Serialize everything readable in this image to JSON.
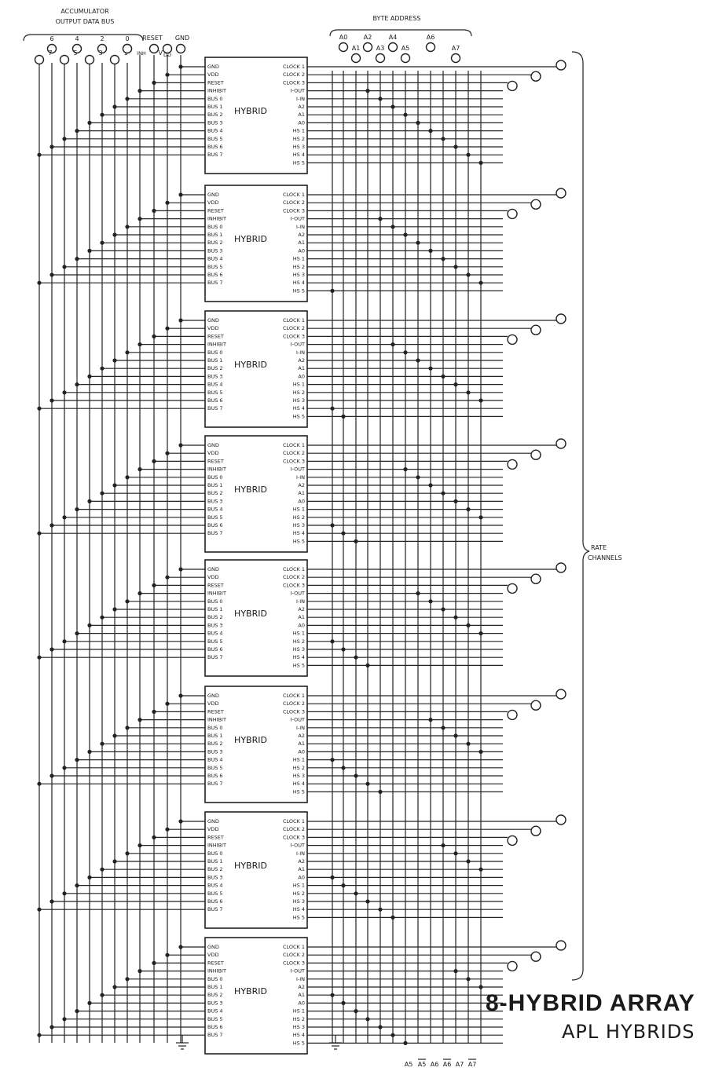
{
  "header": {
    "bus_label": [
      "ACCUMULATOR",
      "OUTPUT DATA BUS"
    ],
    "byte_address_label": "BYTE ADDRESS",
    "reset_label": "RESET",
    "gnd_label": "GND",
    "vdd_label": "V",
    "vdd_sub": "DD",
    "inh_label": "INH",
    "bus_terminals_upper": [
      "6",
      "4",
      "2",
      "0"
    ],
    "bus_terminals_lower": [
      "7",
      "5",
      "3",
      "1"
    ],
    "address_terminals_upper": [
      "A0",
      "A2",
      "A4",
      "A6"
    ],
    "address_terminals_lower": [
      "A1",
      "A3",
      "A5",
      "A7"
    ]
  },
  "hybrids": {
    "count": 8,
    "chip_label": "HYBRID",
    "left_pins": [
      "GND",
      "VDD",
      "RESET",
      "INHIBIT",
      "BUS 0",
      "BUS 1",
      "BUS 2",
      "BUS 3",
      "BUS 4",
      "BUS 5",
      "BUS 6",
      "BUS 7"
    ],
    "right_pins": [
      "CLOCK 1",
      "CLOCK 2",
      "CLOCK 3",
      "I-OUT",
      "I-IN",
      "A2",
      "A1",
      "A0",
      "HS 1",
      "HS 2",
      "HS 3",
      "HS 4",
      "HS 5"
    ]
  },
  "rate_channels_label": [
    "RATE",
    "CHANNELS"
  ],
  "bottom_address_labels": [
    "A5",
    "A5",
    "A6",
    "A6",
    "A7",
    "A7"
  ],
  "bottom_address_overbar": [
    false,
    true,
    false,
    true,
    false,
    true
  ],
  "title": {
    "main": "8-HYBRID ARRAY",
    "sub": "APL HYBRIDS"
  }
}
